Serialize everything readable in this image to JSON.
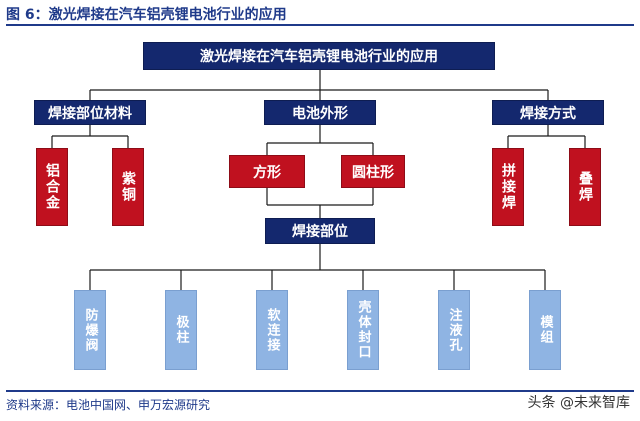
{
  "figure": {
    "title": "图 6：激光焊接在汽车铝壳锂电池行业的应用",
    "source": "资料来源：电池中国网、申万宏源研究",
    "watermark": "头条 @未来智库"
  },
  "diagram": {
    "root": "激光焊接在汽车铝壳锂电池行业的应用",
    "categories": {
      "material": "焊接部位材料",
      "shape": "电池外形",
      "method": "焊接方式"
    },
    "materials": [
      "铝合金",
      "紫铜"
    ],
    "shapes": [
      "方形",
      "圆柱形"
    ],
    "methods": [
      "拼接焊",
      "叠焊"
    ],
    "position": "焊接部位",
    "positions": [
      "防爆阀",
      "极柱",
      "软连接",
      "壳体封口",
      "注液孔",
      "模组"
    ]
  },
  "colors": {
    "title_text": "#1f3a8a",
    "navy_box": "#14286e",
    "red_box": "#c0111f",
    "blue_box": "#8fb4e3",
    "connector": "#1a1a1a"
  }
}
